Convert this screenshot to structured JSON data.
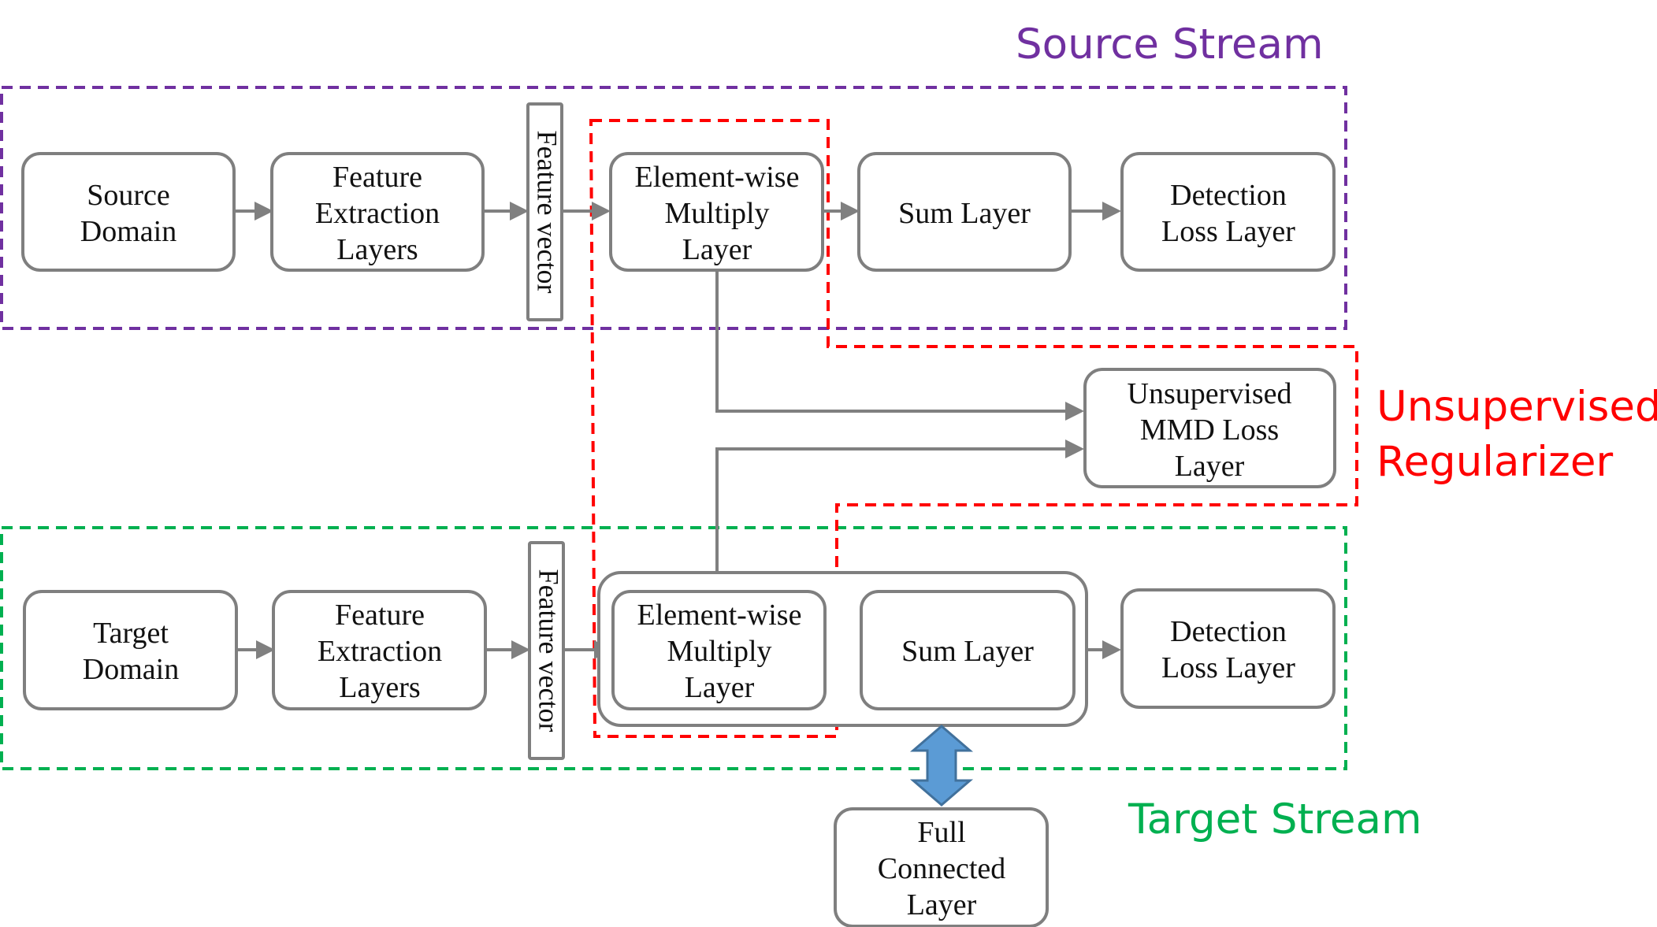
{
  "colors": {
    "source_stream": "#7030a0",
    "target_stream": "#00b050",
    "regularizer": "#ff0000",
    "node_border": "#7f7f7f",
    "arrow": "#808080",
    "double_arrow": "#5b9bd5"
  },
  "groups": {
    "source_stream": "Source Stream",
    "target_stream": "Target Stream",
    "regularizer_line1": "Unsupervised",
    "regularizer_line2": "Regularizer"
  },
  "source": {
    "domain": [
      "Source",
      "Domain"
    ],
    "feature": [
      "Feature",
      "Extraction",
      "Layers"
    ],
    "feature_vector": "Feature vector",
    "multiply": [
      "Element-wise",
      "Multiply",
      "Layer"
    ],
    "sum": "Sum Layer",
    "detection": [
      "Detection",
      "Loss  Layer"
    ]
  },
  "mmd": [
    "Unsupervised",
    "MMD Loss",
    "Layer"
  ],
  "target": {
    "domain": [
      "Target",
      "Domain"
    ],
    "feature": [
      "Feature",
      "Extraction",
      "Layers"
    ],
    "feature_vector": "Feature vector",
    "multiply": [
      "Element-wise",
      "Multiply",
      "Layer"
    ],
    "sum": "Sum Layer",
    "detection": [
      "Detection",
      "Loss  Layer"
    ]
  },
  "full_connected": [
    "Full",
    "Connected",
    "Layer"
  ]
}
